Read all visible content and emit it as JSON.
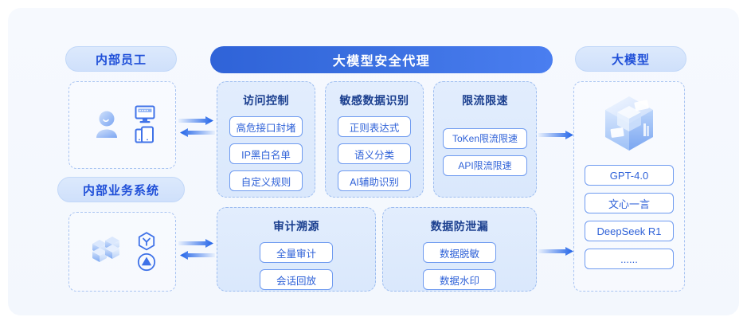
{
  "diagram": {
    "banner": {
      "title": "大模型安全代理"
    },
    "left": {
      "staff": {
        "pill_label": "内部员工",
        "icons": [
          "user-avatar-icon",
          "monitor-icon",
          "mobile-devices-icon"
        ]
      },
      "business": {
        "pill_label": "内部业务系统",
        "icons": [
          "server-stack-icon",
          "hexagon-y-icon",
          "circle-triangle-icon"
        ]
      }
    },
    "cards": [
      {
        "key": "access_control",
        "title": "访问控制",
        "items": [
          "高危接口封堵",
          "IP黑白名单",
          "自定义规则"
        ]
      },
      {
        "key": "sensitive_data",
        "title": "敏感数据识别",
        "items": [
          "正则表达式",
          "语义分类",
          "AI辅助识别"
        ]
      },
      {
        "key": "rate_limit",
        "title": "限流限速",
        "items": [
          "ToKen限流限速",
          "API限流限速"
        ]
      },
      {
        "key": "audit_trace",
        "title": "审计溯源",
        "items": [
          "全量审计",
          "会话回放"
        ]
      },
      {
        "key": "data_leak",
        "title": "数据防泄漏",
        "items": [
          "数据脱敏",
          "数据水印"
        ]
      }
    ],
    "right": {
      "pill_label": "大模型",
      "icon": "cube-3d-icon",
      "models": [
        "GPT-4.0",
        "文心一言",
        "DeepSeek R1",
        "......"
      ]
    },
    "arrows": [
      {
        "name": "staff-to-agent",
        "direction": "bidirectional"
      },
      {
        "name": "business-to-agent",
        "direction": "bidirectional"
      },
      {
        "name": "agent-to-model-top",
        "direction": "right"
      },
      {
        "name": "agent-to-model-bottom",
        "direction": "right"
      }
    ],
    "colors": {
      "banner_start": "#2f63d8",
      "banner_end": "#4a7ef0",
      "accent_blue": "#2f62d8",
      "pill_text": "#1f4fd8",
      "card_title": "#1b3f8f",
      "dashed_border": "#9dbdf0",
      "canvas_bg": "#f4f8fd"
    }
  }
}
